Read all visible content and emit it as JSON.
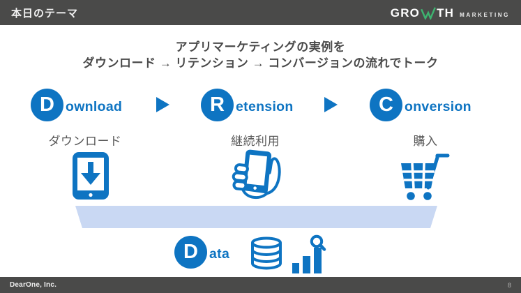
{
  "header": {
    "title": "本日のテーマ",
    "logo": {
      "part1": "GRO",
      "w_icon": "growth-check-w-icon",
      "part2": "TH",
      "part3": "MARKETING"
    }
  },
  "headline": {
    "line1": "アプリマーケティングの実例を",
    "line2": "ダウンロード → リテンション → コンバージョンの流れでトーク"
  },
  "flow": {
    "steps": [
      {
        "initial": "D",
        "rest": "ownload",
        "label": "ダウンロード",
        "icon": "tablet-download-icon"
      },
      {
        "initial": "R",
        "rest": "etension",
        "label": "継続利用",
        "icon": "hand-holding-phone-icon"
      },
      {
        "initial": "C",
        "rest": "onversion",
        "label": "購入",
        "icon": "shopping-cart-icon"
      }
    ],
    "arrow_icon": "right-triangle-arrow-icon"
  },
  "data_section": {
    "initial": "D",
    "rest": "ata",
    "icons": [
      "database-icon",
      "bar-chart-magnifier-icon"
    ]
  },
  "footer": {
    "company": "DearOne, Inc.",
    "page_number": "8"
  },
  "colors": {
    "accent_blue": "#0e74c2",
    "funnel_light_blue": "#c9d8f3",
    "bar_dark_gray": "#4a4a49",
    "logo_green": "#3eb370",
    "headline_gray": "#4a4a4a"
  }
}
